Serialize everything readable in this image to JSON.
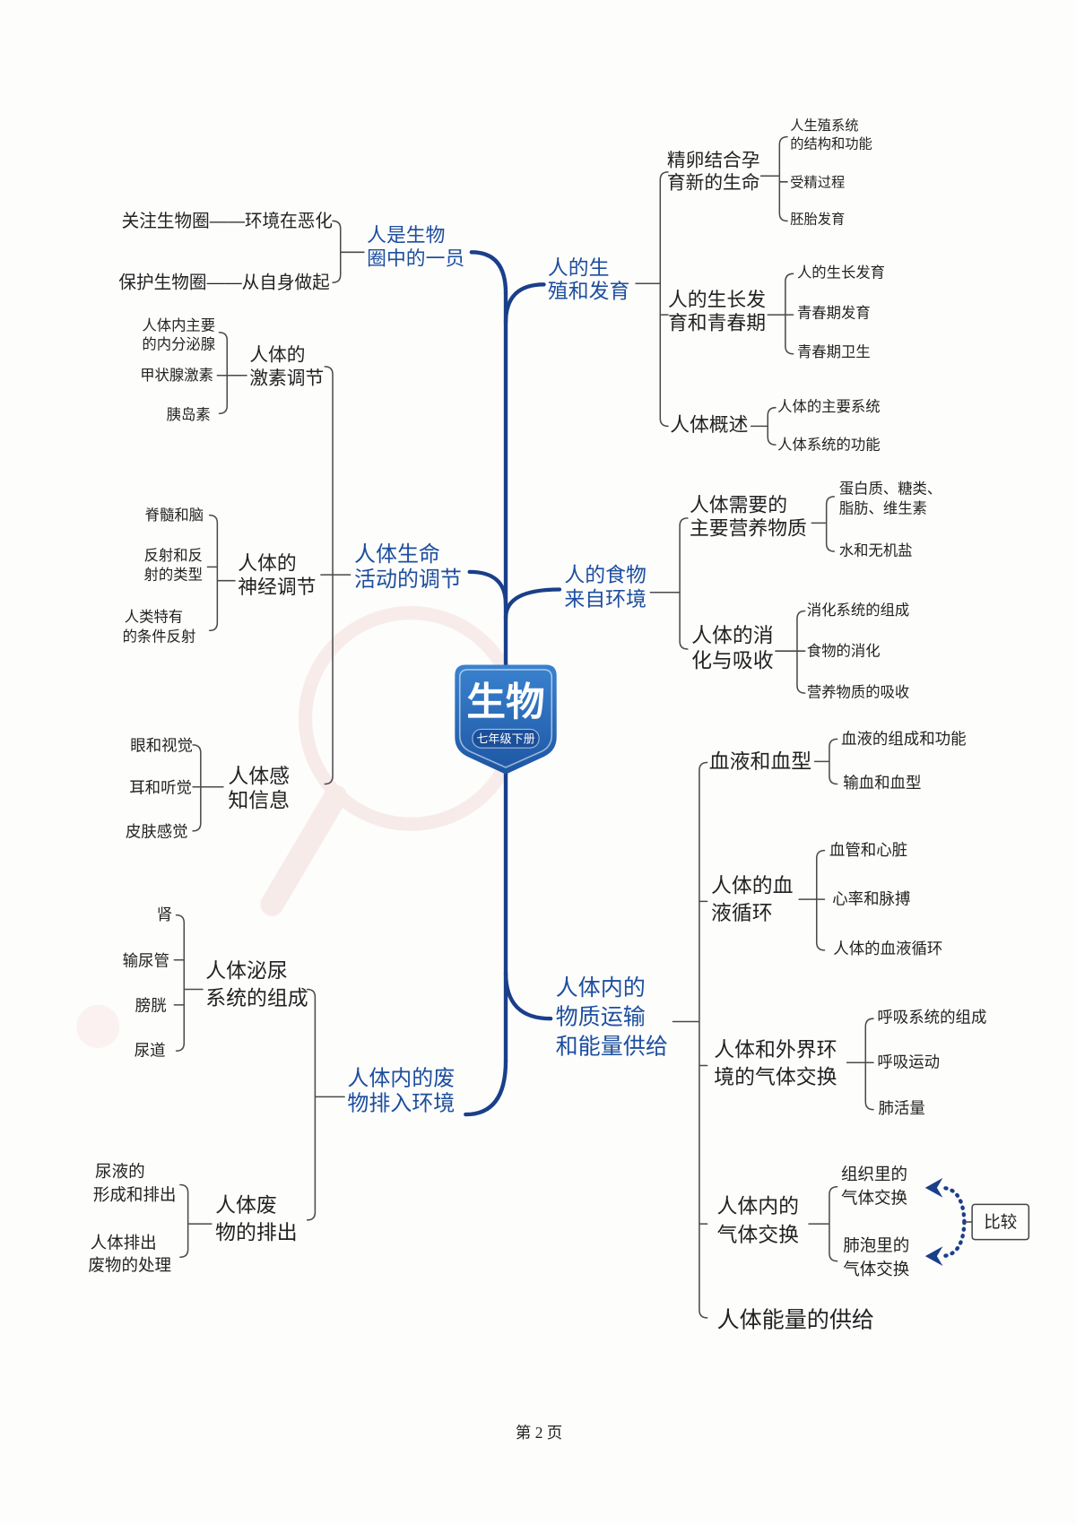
{
  "center": {
    "title": "生物",
    "subtitle": "七年级下册"
  },
  "left_branches": [
    {
      "label": [
        "人是生物",
        "圈中的一员"
      ],
      "items": [
        "关注生物圈——环境在恶化",
        "保护生物圈——从自身做起"
      ]
    },
    {
      "label": [
        "人体生命",
        "活动的调节"
      ],
      "children": [
        {
          "label": [
            "人体的",
            "激素调节"
          ],
          "items": [
            [
              "人体内主要",
              "的内分泌腺"
            ],
            [
              "甲状腺激素"
            ],
            [
              "胰岛素"
            ]
          ]
        },
        {
          "label": [
            "人体的",
            "神经调节"
          ],
          "items": [
            [
              "脊髓和脑"
            ],
            [
              "反射和反",
              "射的类型"
            ],
            [
              "人类特有",
              "的条件反射"
            ]
          ]
        },
        {
          "label": [
            "人体感",
            "知信息"
          ],
          "items": [
            [
              "眼和视觉"
            ],
            [
              "耳和听觉"
            ],
            [
              "皮肤感觉"
            ]
          ]
        }
      ]
    },
    {
      "label": [
        "人体内的废",
        "物排入环境"
      ],
      "children": [
        {
          "label": [
            "人体泌尿",
            "系统的组成"
          ],
          "items": [
            [
              "肾"
            ],
            [
              "输尿管"
            ],
            [
              "膀胱"
            ],
            [
              "尿道"
            ]
          ]
        },
        {
          "label": [
            "人体废",
            "物的排出"
          ],
          "items": [
            [
              "尿液的",
              "形成和排出"
            ],
            [
              "人体排出",
              "废物的处理"
            ]
          ]
        }
      ]
    }
  ],
  "right_branches": [
    {
      "label": [
        "人的生",
        "殖和发育"
      ],
      "children": [
        {
          "label": [
            "精卵结合孕",
            "育新的生命"
          ],
          "items": [
            [
              "人生殖系统",
              "的结构和功能"
            ],
            [
              "受精过程"
            ],
            [
              "胚胎发育"
            ]
          ]
        },
        {
          "label": [
            "人的生长发",
            "育和青春期"
          ],
          "items": [
            [
              "人的生长发育"
            ],
            [
              "青春期发育"
            ],
            [
              "青春期卫生"
            ]
          ]
        },
        {
          "label": [
            "人体概述"
          ],
          "items": [
            [
              "人体的主要系统"
            ],
            [
              "人体系统的功能"
            ]
          ]
        }
      ]
    },
    {
      "label": [
        "人的食物",
        "来自环境"
      ],
      "children": [
        {
          "label": [
            "人体需要的",
            "主要营养物质"
          ],
          "items": [
            [
              "蛋白质、糖类、",
              "脂肪、维生素"
            ],
            [
              "水和无机盐"
            ]
          ]
        },
        {
          "label": [
            "人体的消",
            "化与吸收"
          ],
          "items": [
            [
              "消化系统的组成"
            ],
            [
              "食物的消化"
            ],
            [
              "营养物质的吸收"
            ]
          ]
        }
      ]
    },
    {
      "label": [
        "人体内的",
        "物质运输",
        "和能量供给"
      ],
      "children": [
        {
          "label": [
            "血液和血型"
          ],
          "items": [
            [
              "血液的组成和功能"
            ],
            [
              "输血和血型"
            ]
          ]
        },
        {
          "label": [
            "人体的血",
            "液循环"
          ],
          "items": [
            [
              "血管和心脏"
            ],
            [
              "心率和脉搏"
            ],
            [
              "人体的血液循环"
            ]
          ]
        },
        {
          "label": [
            "人体和外界环",
            "境的气体交换"
          ],
          "items": [
            [
              "呼吸系统的组成"
            ],
            [
              "呼吸运动"
            ],
            [
              "肺活量"
            ]
          ]
        },
        {
          "label": [
            "人体内的",
            "气体交换"
          ],
          "items": [
            [
              "组织里的",
              "气体交换"
            ],
            [
              "肺泡里的",
              "气体交换"
            ]
          ],
          "compare": "比较"
        },
        {
          "label": [
            "人体能量的供给"
          ]
        }
      ]
    }
  ],
  "footer": {
    "page": "第 2 页"
  },
  "colors": {
    "branch": "#1d4e9e",
    "trunk": "#1a3f8a",
    "text": "#222222",
    "shield": "#2a6bb8",
    "shield-dark": "#1b4f99"
  }
}
